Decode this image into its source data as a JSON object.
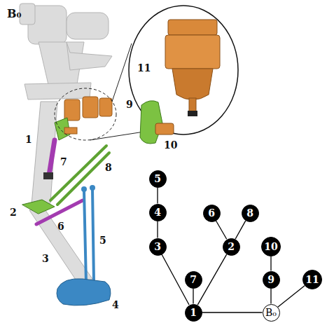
{
  "diagram": {
    "nodes": [
      {
        "text": [
          "5"
        ]
      },
      {
        "text": [
          "4"
        ]
      },
      {
        "text": [
          "6"
        ]
      },
      {
        "text": [
          "8"
        ]
      },
      {
        "text": [
          "10"
        ]
      },
      {
        "text": [
          "3"
        ]
      },
      {
        "text": [
          "2"
        ]
      },
      {
        "text": [
          "9"
        ]
      },
      {
        "text": [
          "11"
        ]
      },
      {
        "text": [
          "7"
        ]
      },
      {
        "text": [
          "1"
        ]
      },
      {
        "text": [
          "B₀"
        ]
      }
    ],
    "edges": [
      {
        "from": 0,
        "to": 1,
        "arrow": "none"
      },
      {
        "from": 1,
        "to": 5,
        "arrow": "none"
      },
      {
        "from": 5,
        "to": 10,
        "arrow": "none"
      },
      {
        "from": 9,
        "to": 10,
        "arrow": "none"
      },
      {
        "from": 6,
        "to": 10,
        "arrow": "none"
      },
      {
        "from": 2,
        "to": 6,
        "arrow": "none"
      },
      {
        "from": 3,
        "to": 6,
        "arrow": "none"
      },
      {
        "from": 10,
        "to": 11,
        "arrow": "none"
      },
      {
        "from": 4,
        "to": 7,
        "arrow": "none"
      },
      {
        "from": 7,
        "to": 11,
        "arrow": "none"
      },
      {
        "from": 8,
        "to": 11,
        "arrow": "none"
      }
    ],
    "labels": [
      "B₀",
      "11",
      "9",
      "10",
      "1",
      "7",
      "8",
      "2",
      "6",
      "3",
      "5",
      "4"
    ]
  }
}
